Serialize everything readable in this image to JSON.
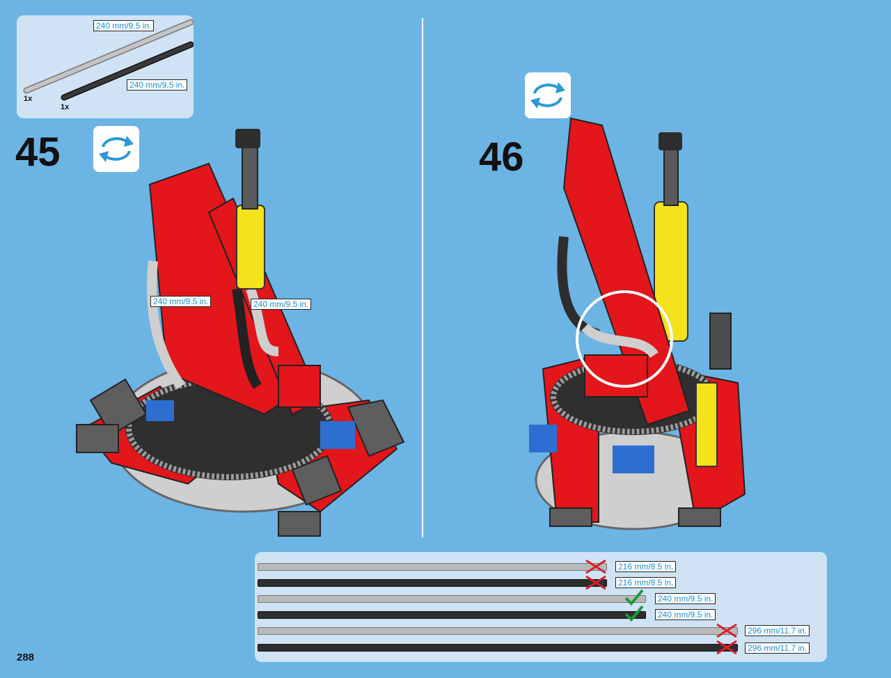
{
  "parts_list": {
    "items": [
      {
        "label": "240 mm/9.5 in.",
        "qty": "1x",
        "color": "#b9b9b9"
      },
      {
        "label": "240 mm/9.5 in.",
        "qty": "1x",
        "color": "#2e2e2e"
      }
    ]
  },
  "steps": [
    {
      "number": "45",
      "callouts": [
        "240 mm/9.5 in.",
        "240 mm/9.5 in."
      ]
    },
    {
      "number": "46"
    }
  ],
  "tube_guide": [
    {
      "label": "216 mm/8.5 in.",
      "mark": "cross"
    },
    {
      "label": "216 mm/8.5 in.",
      "mark": "cross"
    },
    {
      "label": "240 mm/9.5 in.",
      "mark": "check"
    },
    {
      "label": "240 mm/9.5 in.",
      "mark": "check"
    },
    {
      "label": "296 mm/11.7 in.",
      "mark": "cross"
    },
    {
      "label": "296 mm/11.7 in.",
      "mark": "cross"
    }
  ],
  "page_number": "288",
  "colors": {
    "background": "#6cb4e4",
    "panel": "#cfe3f5",
    "label_text": "#1a8fd0",
    "build_red": "#e2161b",
    "cross": "#d9202c",
    "check": "#1a9a3a"
  }
}
